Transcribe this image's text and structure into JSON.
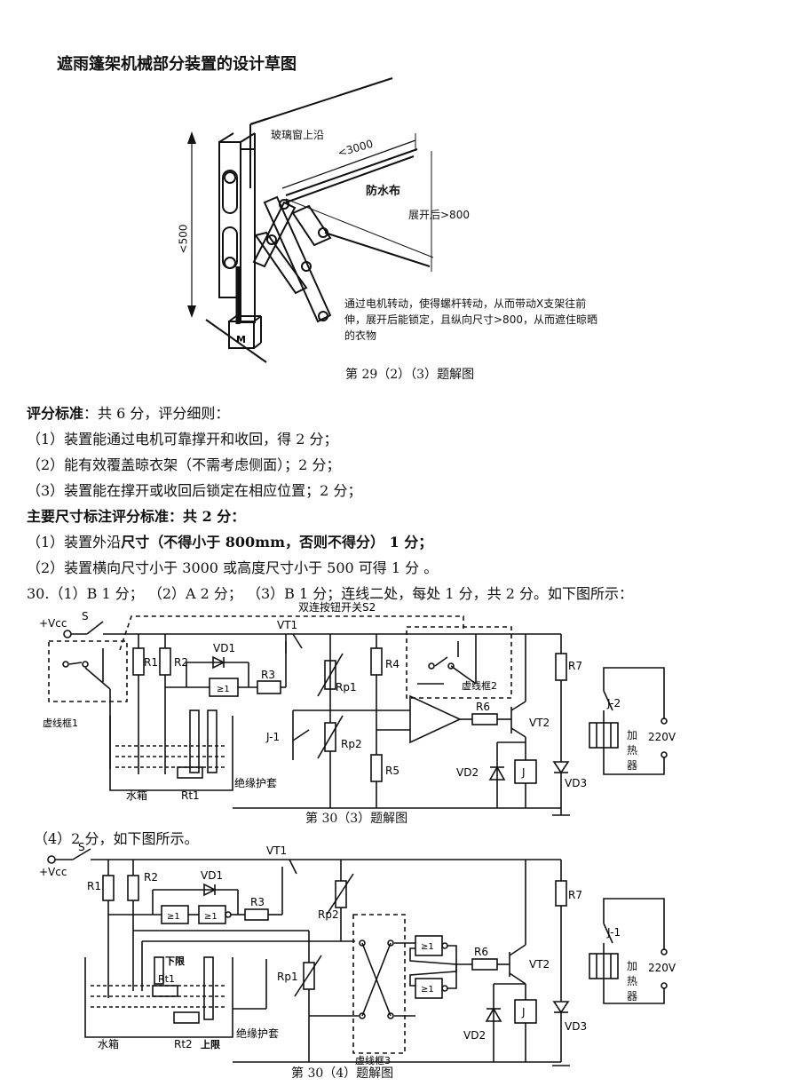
{
  "fig29": {
    "title": "遮雨篷架机械部分装置的设计草图",
    "label_glass": "玻璃窗上沿",
    "label_3000": "<3000",
    "label_cloth": "防水布",
    "label_expand": "展开后>800",
    "label_500": "<500",
    "motor": "M",
    "note": [
      "通过电机转动，使得螺杆转动，从而带动X支架往前",
      "伸，展开后能锁定，且纵向尺寸>800，从而遮住晾晒",
      "的衣物"
    ],
    "caption": "第 29（2）（3）题解图"
  },
  "scoring": {
    "head1_bold": "评分标准",
    "head1_rest": "：共 6 分，评分细则：",
    "items1": [
      "（1）装置能通过电机可靠撑开和收回，得 2 分；",
      "（2）能有效覆盖晾衣架（不需考虑侧面）；2 分；",
      "（3）装置能在撑开或收回后锁定在相应位置；2 分；"
    ],
    "head2": "主要尺寸标注评分标准：共 2 分：",
    "item2_1_pre": "（1）装置外沿",
    "item2_1_bold": "尺寸（不得小于 800mm，否则不得分）   1 分；",
    "item2_2": "（2）装置横向尺寸小于 3000 或高度尺寸小于 500   可得 1 分   。",
    "q30": "30.（1）B    1 分；  （2）A    2 分；  （3）B    1 分；连线二处，每处 1 分，共 2 分。如下图所示："
  },
  "fig30_3": {
    "vcc": "+Vcc",
    "s": "S",
    "switch_title": "双连按钮开关S2",
    "vt1": "VT1",
    "vd1": "VD1",
    "r1": "R1",
    "r2": "R2",
    "r3": "R3",
    "r4": "R4",
    "r5": "R5",
    "r6": "R6",
    "r7": "R7",
    "rp1": "Rp1",
    "rp2": "Rp2",
    "gate": "≥1",
    "box1": "虚线框1",
    "box2": "虚线框2",
    "j1": "J-1",
    "j2": "J-2",
    "vt2": "VT2",
    "vd2": "VD2",
    "vd3": "VD3",
    "j": "J",
    "tank": "水箱",
    "rt1": "Rt1",
    "sleeve": "绝缘护套",
    "heater": "加热器",
    "v220": "220V",
    "caption": "第 30（3）题解图"
  },
  "q30_4": "（4）2 分，如下图所示。",
  "fig30_4": {
    "vcc": "+Vcc",
    "s": "S",
    "vt1": "VT1",
    "vd1": "VD1",
    "r1": "R1",
    "r2": "R2",
    "r3": "R3",
    "r6": "R6",
    "r7": "R7",
    "rp1": "Rp1",
    "rp2": "Rp2",
    "gate": "≥1",
    "lower": "下限",
    "upper": "上限",
    "rt1": "Rt1",
    "rt2": "Rt2",
    "tank": "水箱",
    "sleeve": "绝缘护套",
    "box3": "虚线框3",
    "vt2": "VT2",
    "vd2": "VD2",
    "vd3": "VD3",
    "j": "J",
    "j1": "J-1",
    "heater": "加热器",
    "v220": "220V",
    "caption": "第 30（4）题解图"
  }
}
